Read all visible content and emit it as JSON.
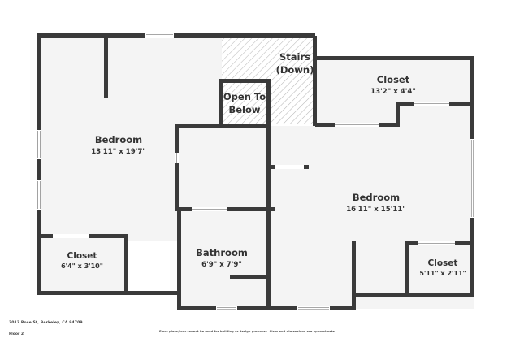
{
  "document": {
    "type": "floor-plan",
    "address": "2012 Rose St, Berkeley, CA 94709",
    "floor_label": "Floor 2",
    "disclaimer": "Floor plans/tour cannot be used for building or design purposes. Sizes and dimensions are approximate.",
    "colors": {
      "wall": "#3a3a3a",
      "room_fill": "#f4f4f4",
      "background": "#ffffff",
      "label_text": "#333333"
    }
  },
  "rooms": [
    {
      "id": "bedroom-main",
      "name": "Bedroom",
      "dimensions": "13'11\" x 19'7\""
    },
    {
      "id": "closet-bedroom-main",
      "name": "Closet",
      "dimensions": "6'4\" x 3'10\""
    },
    {
      "id": "bathroom",
      "name": "Bathroom",
      "dimensions": "6'9\" x 7'9\""
    },
    {
      "id": "bedroom-secondary",
      "name": "Bedroom",
      "dimensions": "16'11\" x 15'11\""
    },
    {
      "id": "closet-upper-right",
      "name": "Closet",
      "dimensions": "13'2\" x 4'4\""
    },
    {
      "id": "closet-lower-right",
      "name": "Closet",
      "dimensions": "5'11\" x 2'11\""
    }
  ],
  "features": [
    {
      "id": "stairs",
      "line1": "Stairs",
      "line2": "(Down)"
    },
    {
      "id": "open-to-below",
      "line1": "Open To",
      "line2": "Below"
    }
  ]
}
